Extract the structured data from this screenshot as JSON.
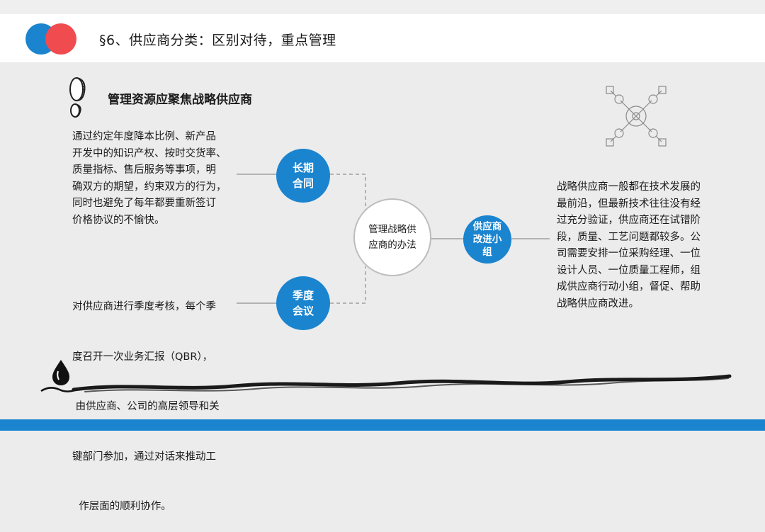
{
  "header": {
    "title": "§6、供应商分类：区别对待，重点管理",
    "logo_colors": [
      "#1a84cf",
      "#f04b4f"
    ]
  },
  "section": {
    "title": "管理资源应聚焦战略供应商"
  },
  "left": {
    "para1": [
      "通过约定年度降本比例、新产品",
      "开发中的知识产权、按时交货率、",
      "质量指标、售后服务等事项，明",
      "确双方的期望，约束双方的行为，",
      "同时也避免了每年都要重新签订",
      "价格协议的不愉快。"
    ],
    "para2": [
      "对供应商进行季度考核，每个季",
      "度召开一次业务汇报（QBR），",
      " 由供应商、公司的高层领导和关",
      "键部门参加，通过对话来推动工",
      "  作层面的顺利协作。"
    ]
  },
  "diagram": {
    "center": [
      "管理战略供",
      "应商的办法"
    ],
    "contract": [
      "长期",
      "合同"
    ],
    "meeting": [
      "季度",
      "会议"
    ],
    "team": [
      "供应商",
      "改进小",
      "组"
    ],
    "accent_color": "#1a84cf"
  },
  "right": {
    "para": [
      "战略供应商一般都在技术发展的",
      "最前沿，但最新技术往往没有经",
      "过充分验证，供应商还在试错阶",
      "段，质量、工艺问题都较多。公",
      "司需要安排一位采购经理、一位",
      "设计人员、一位质量工程师，组",
      "成供应商行动小组，督促、帮助",
      "战略供应商改进。"
    ]
  },
  "icons": {
    "coin": "coin-stack-icon",
    "network": "network-hub-icon",
    "drop": "ink-drop-icon"
  }
}
